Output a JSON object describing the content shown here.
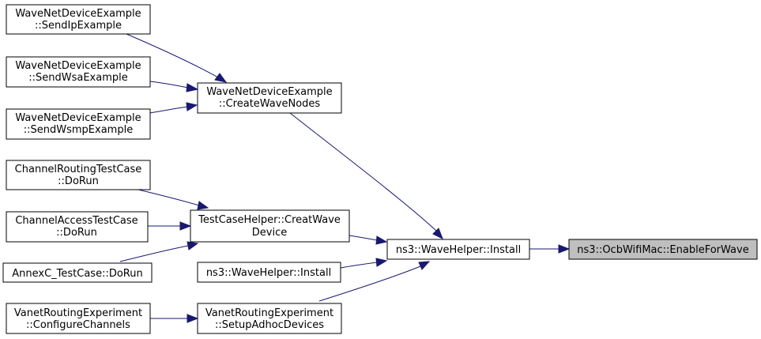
{
  "diagram": {
    "type": "call-graph",
    "nodes": {
      "send_ip": {
        "line1": "WaveNetDeviceExample",
        "line2": "::SendIpExample"
      },
      "send_wsa": {
        "line1": "WaveNetDeviceExample",
        "line2": "::SendWsaExample"
      },
      "send_wsmp": {
        "line1": "WaveNetDeviceExample",
        "line2": "::SendWsmpExample"
      },
      "create_wave_nodes": {
        "line1": "WaveNetDeviceExample",
        "line2": "::CreateWaveNodes"
      },
      "channel_routing": {
        "line1": "ChannelRoutingTestCase",
        "line2": "::DoRun"
      },
      "channel_access": {
        "line1": "ChannelAccessTestCase",
        "line2": "::DoRun"
      },
      "annexc": {
        "line1": "AnnexC_TestCase::DoRun"
      },
      "creat_wave_device": {
        "line1": "TestCaseHelper::CreatWave",
        "line2": "Device"
      },
      "wave_helper_install_2": {
        "line1": "ns3::WaveHelper::Install"
      },
      "configure_channels": {
        "line1": "VanetRoutingExperiment",
        "line2": "::ConfigureChannels"
      },
      "setup_adhoc": {
        "line1": "VanetRoutingExperiment",
        "line2": "::SetupAdhocDevices"
      },
      "wave_helper_install": {
        "line1": "ns3::WaveHelper::Install"
      },
      "enable_for_wave": {
        "line1": "ns3::OcbWifiMac::EnableForWave"
      }
    },
    "edges": [
      {
        "from": "send_ip",
        "to": "create_wave_nodes"
      },
      {
        "from": "send_wsa",
        "to": "create_wave_nodes"
      },
      {
        "from": "send_wsmp",
        "to": "create_wave_nodes"
      },
      {
        "from": "create_wave_nodes",
        "to": "wave_helper_install"
      },
      {
        "from": "channel_routing",
        "to": "creat_wave_device"
      },
      {
        "from": "channel_access",
        "to": "creat_wave_device"
      },
      {
        "from": "annexc",
        "to": "creat_wave_device"
      },
      {
        "from": "creat_wave_device",
        "to": "wave_helper_install"
      },
      {
        "from": "wave_helper_install_2",
        "to": "wave_helper_install"
      },
      {
        "from": "configure_channels",
        "to": "setup_adhoc"
      },
      {
        "from": "setup_adhoc",
        "to": "wave_helper_install"
      },
      {
        "from": "wave_helper_install",
        "to": "enable_for_wave"
      }
    ],
    "colors": {
      "edge": "#191970",
      "highlight_fill": "#bfbfbf",
      "node_fill": "#ffffff",
      "node_border": "#000000"
    }
  }
}
